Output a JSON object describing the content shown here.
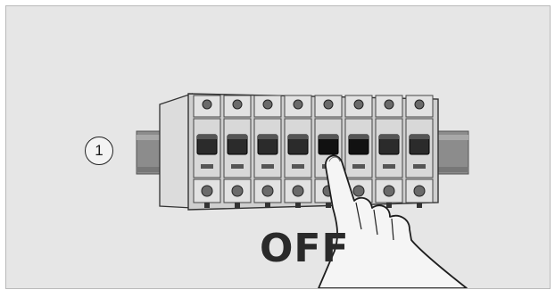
{
  "step": {
    "number": "1"
  },
  "action": {
    "label": "OFF"
  },
  "panel": {
    "breaker_count": 8,
    "pressed_index": 5
  },
  "colors": {
    "background": "#e6e6e6",
    "rail": "#8c8c8c",
    "housing": "#d4d4d4",
    "toggle": "#2b2b2b",
    "hand": "#f5f5f5",
    "outline": "#1e1e1e"
  },
  "icons": {
    "step": "circled-number",
    "hand": "pointing-finger-icon"
  }
}
